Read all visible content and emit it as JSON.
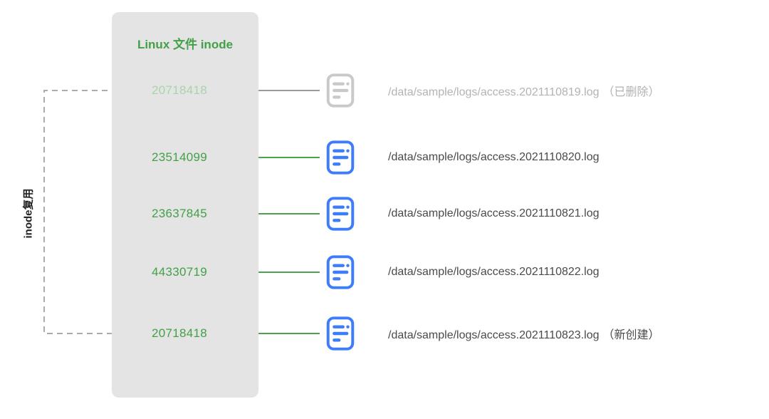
{
  "diagram": {
    "title": "Linux 文件 inode",
    "side_label": "inode复用",
    "rows": [
      {
        "inode": "20718418",
        "path": "/data/sample/logs/access.2021110819.log",
        "annotation": "（已删除）",
        "state": "deleted"
      },
      {
        "inode": "23514099",
        "path": "/data/sample/logs/access.2021110820.log",
        "annotation": "",
        "state": "active"
      },
      {
        "inode": "23637845",
        "path": "/data/sample/logs/access.2021110821.log",
        "annotation": "",
        "state": "active"
      },
      {
        "inode": "44330719",
        "path": "/data/sample/logs/access.2021110822.log",
        "annotation": "",
        "state": "active"
      },
      {
        "inode": "20718418",
        "path": "/data/sample/logs/access.2021110823.log",
        "annotation": "（新创建）",
        "state": "reused"
      }
    ],
    "colors": {
      "green": "#43a047",
      "faded_green": "#a9d4ab",
      "blue": "#3d7dfc",
      "icon_gray": "#c9c9c9",
      "line_gray": "#9a9a9a",
      "dashed_gray": "#ababab",
      "box_background": "#e4e4e4",
      "path_text": "#4a4a4a",
      "deleted_text": "#b3b3b3"
    }
  }
}
